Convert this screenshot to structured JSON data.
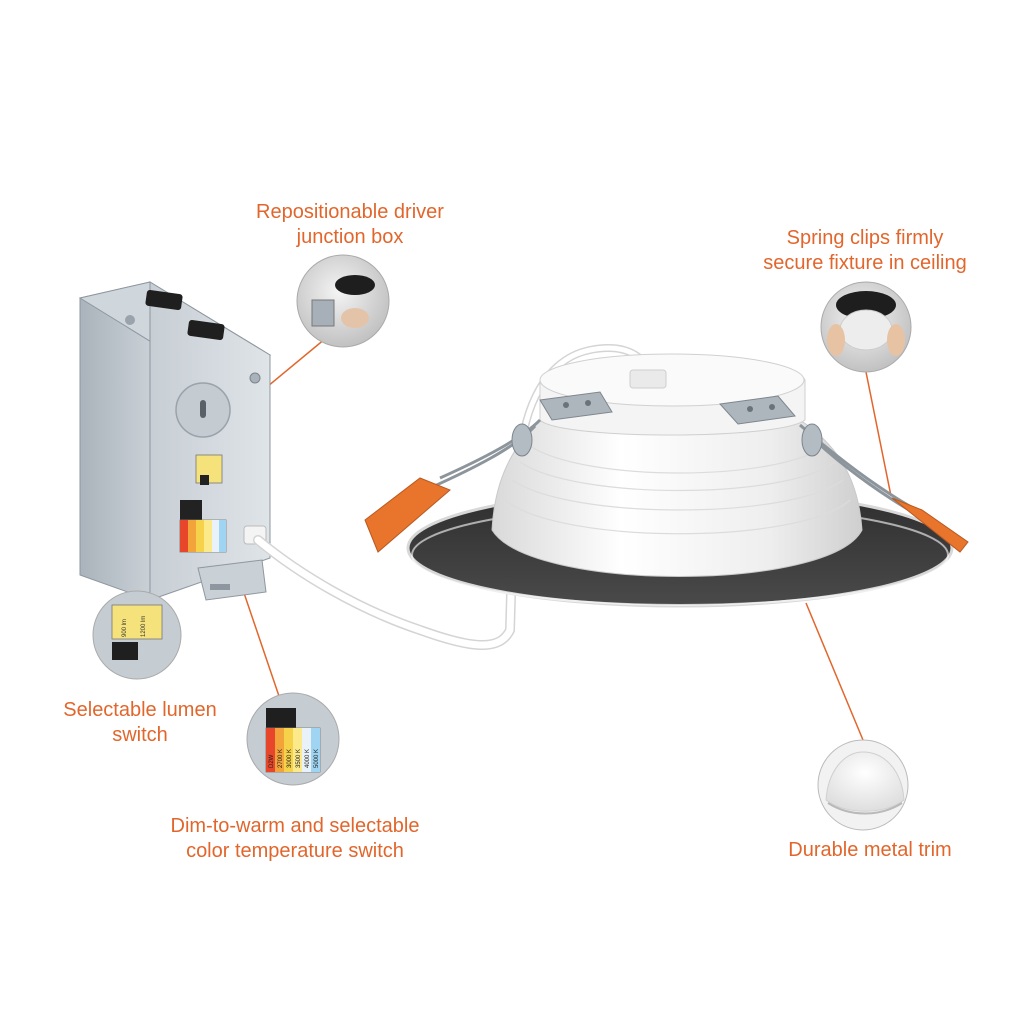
{
  "colors": {
    "accent": "#e2662c",
    "background": "#ffffff",
    "leader_line": "#e2662c",
    "trim": "#3a3a3a",
    "fixture_white": "#f2f2f2",
    "box_metal": "#b8c1c9",
    "clip_tab": "#e9742c"
  },
  "callouts": {
    "driver_box": {
      "lines": [
        "Repositionable driver",
        "junction box"
      ]
    },
    "spring_clips": {
      "lines": [
        "Spring clips firmly",
        "secure fixture in ceiling"
      ]
    },
    "lumen_switch": {
      "lines": [
        "Selectable lumen",
        "switch"
      ]
    },
    "cct_switch": {
      "lines": [
        "Dim-to-warm and selectable",
        "color temperature switch"
      ]
    },
    "metal_trim": {
      "lines": [
        "Durable metal trim"
      ]
    }
  },
  "switch_labels": {
    "lumen_options": [
      "900 lm",
      "1200 lm"
    ],
    "cct_options": [
      "D2W",
      "2700 K",
      "3000 K",
      "3500 K",
      "4000 K",
      "5000 K"
    ]
  },
  "icons": [
    "junction-box-icon",
    "downlight-fixture-icon",
    "spring-clip-icon",
    "lumen-switch-icon",
    "cct-switch-icon",
    "metal-trim-icon"
  ]
}
